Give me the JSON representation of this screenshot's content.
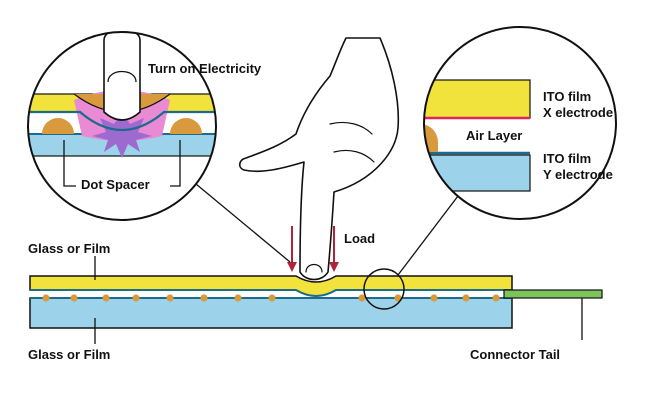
{
  "labels": {
    "turn_on": "Turn on Electricity",
    "dot_spacer": "Dot Spacer",
    "ito_x_line1": "ITO film",
    "ito_x_line2": "X electrode",
    "air_layer": "Air Layer",
    "ito_y_line1": "ITO film",
    "ito_y_line2": "Y electrode",
    "load": "Load",
    "glass_top": "Glass or Film",
    "glass_bottom": "Glass or Film",
    "connector_tail": "Connector Tail"
  },
  "colors": {
    "top_film": "#f1e33b",
    "bottom_glass": "#9cd2ea",
    "air": "#ffffff",
    "x_electrode": "#e0245e",
    "y_electrode": "#1d6b8c",
    "dot_spacer": "#d89a3c",
    "contact_glow": "#e98ad4",
    "contact_burst": "#9d6bd0",
    "connector": "#7cc35a",
    "arrow": "#b0243a",
    "outline": "#111111"
  },
  "icons": {
    "finger": "pointing-finger-icon",
    "magnifier_left": "zoom-circle-contact",
    "magnifier_right": "zoom-circle-layers"
  }
}
